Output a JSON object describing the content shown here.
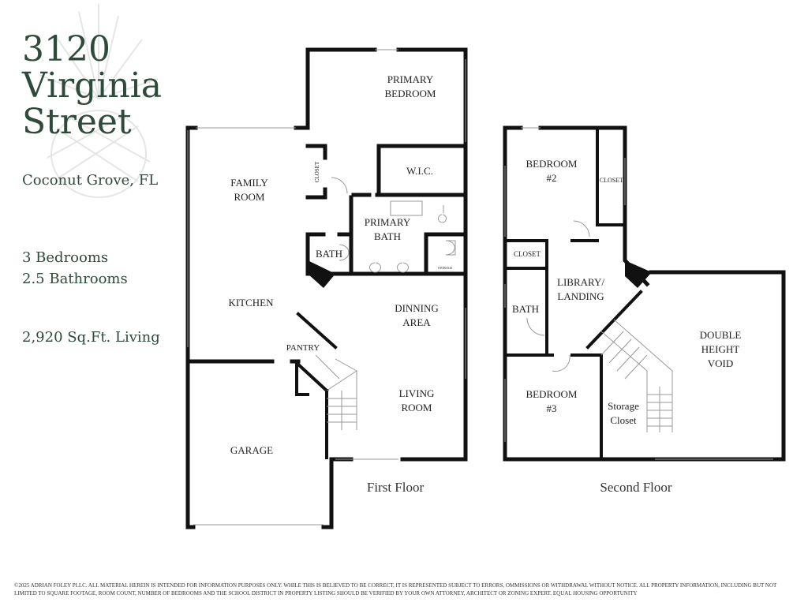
{
  "listing": {
    "title_lines": [
      "3120",
      "Virginia",
      "Street"
    ],
    "location": "Coconut Grove, FL",
    "bedrooms": "3 Bedrooms",
    "bathrooms": "2.5 Bathrooms",
    "living_area": "2,920 Sq.Ft. Living"
  },
  "first_floor": {
    "label": "First Floor",
    "rooms": {
      "primary_bedroom": [
        "PRIMARY",
        "BEDROOM"
      ],
      "family_room": [
        "FAMILY",
        "ROOM"
      ],
      "closet": "CLOSET",
      "wic": "W.I.C.",
      "primary_bath": [
        "PRIMARY",
        "BATH"
      ],
      "bath": "BATH",
      "storage": "STORAGE",
      "kitchen": "KITCHEN",
      "dinning_area": [
        "DINNING",
        "AREA"
      ],
      "pantry": "PANTRY",
      "living_room": [
        "LIVING",
        "ROOM"
      ],
      "garage": "GARAGE"
    }
  },
  "second_floor": {
    "label": "Second Floor",
    "rooms": {
      "bedroom2": [
        "BEDROOM",
        "#2"
      ],
      "closet_right": "CLOSET",
      "closet_left": "CLOSET",
      "library": [
        "LIBRARY/",
        "LANDING"
      ],
      "bath": "BATH",
      "double_height": [
        "DOUBLE",
        "HEIGHT",
        "VOID"
      ],
      "bedroom3": [
        "BEDROOM",
        "#3"
      ],
      "storage_closet": [
        "Storage",
        "Closet"
      ]
    }
  },
  "footer": {
    "disclaimer": "©2025 ADRIAN FOLEY PLLC.  ALL MATERIAL HEREIN IS INTENDED FOR INFORMATION PURPOSES ONLY. WHILE THIS IS BELIEVED TO BE CORRECT, IT IS REPRESENTED SUBJECT TO ERRORS, OMMISSIONS OR WITHDRAWAL WITHOUT NOTICE.  ALL PROPERTY INFORMATION, INCLUDING BUT NOT LIMITED TO SQUARE FOOTAGE, ROOM COUNT, NUMBER OF BEDROOMS AND THE SCHOOL DISTRICT IN PROPERTY LISTING SHOULD BE VERIFIED BY YOUR OWN ATTORNEY, ARCHITECT OR ZONING EXPERT.  EQUAL HOUSING OPPORTUNITY"
  }
}
